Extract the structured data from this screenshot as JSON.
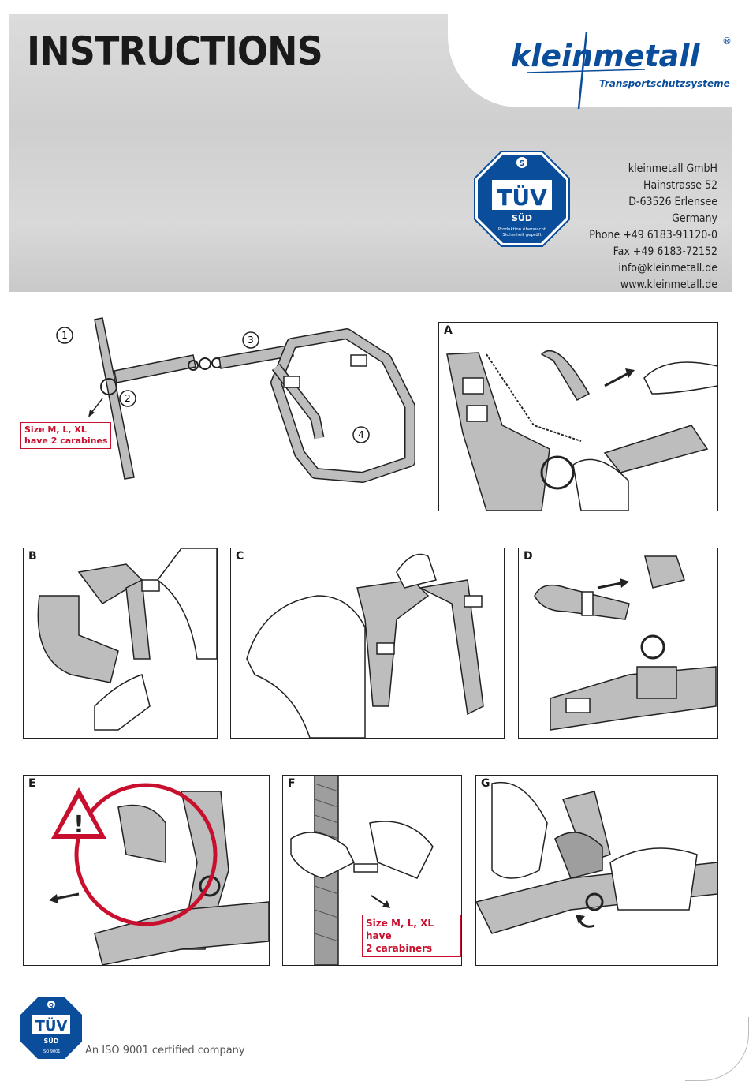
{
  "header": {
    "title": "INSTRUCTIONS",
    "brand_name": "kleinmetall",
    "brand_tagline": "Transportschutzsysteme",
    "registered": "®"
  },
  "address": {
    "company": "kleinmetall GmbH",
    "street": "Hainstrasse 52",
    "city": "D-63526 Erlensee",
    "country": "Germany",
    "phone": "Phone +49 6183-91120-0",
    "fax": "Fax +49 6183-72152",
    "email": "info@kleinmetall.de",
    "web": "www.kleinmetall.de"
  },
  "tuv_badge": {
    "top_letter": "S",
    "main": "TÜV",
    "sub": "SÜD",
    "line1": "Produktion überwacht",
    "line2": "Sicherheit geprüft"
  },
  "overview": {
    "numbers": [
      "1",
      "2",
      "3",
      "4"
    ],
    "note": [
      "Size M, L, XL",
      "have 2 carabines"
    ]
  },
  "panels": {
    "a": "A",
    "b": "B",
    "c": "C",
    "d": "D",
    "e": "E",
    "f": "F",
    "g": "G"
  },
  "panel_f_note": [
    "Size M, L, XL have",
    "2 carabiners"
  ],
  "warning_sign": "!",
  "footer": {
    "text": "An ISO 9001 certified company",
    "tuv_main": "TÜV",
    "tuv_sub": "SÜD",
    "tuv_iso": "ISO 9001",
    "tuv_top": "Q"
  },
  "colors": {
    "brand_blue": "#0a4d9a",
    "note_red": "#c8102e",
    "strap_grey": "#bdbdbd"
  }
}
